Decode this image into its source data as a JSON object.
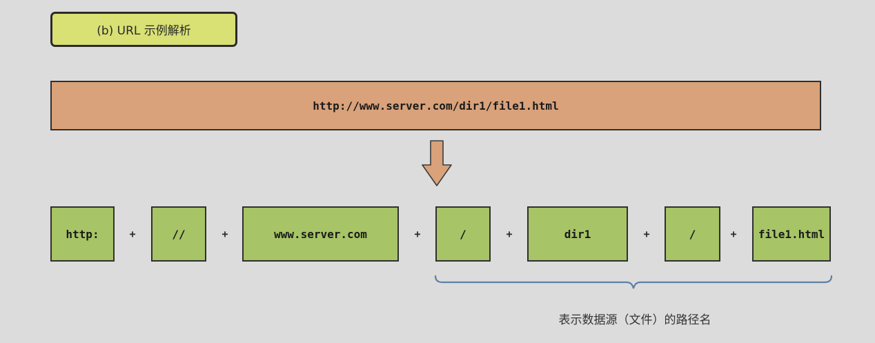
{
  "title": "(b)  URL 示例解析",
  "url": "http://www.server.com/dir1/file1.html",
  "parts": [
    "http:",
    "//",
    "www.server.com",
    "/",
    "dir1",
    "/",
    "file1.html"
  ],
  "plus_sign": "+",
  "caption": "表示数据源（文件）的路径名",
  "colors": {
    "background": "#dcdcdc",
    "title_fill": "#d9e074",
    "url_fill": "#d9a27b",
    "part_fill": "#a7c466",
    "arrow_fill": "#d9a27b",
    "brace_stroke": "#5e7fa8"
  }
}
